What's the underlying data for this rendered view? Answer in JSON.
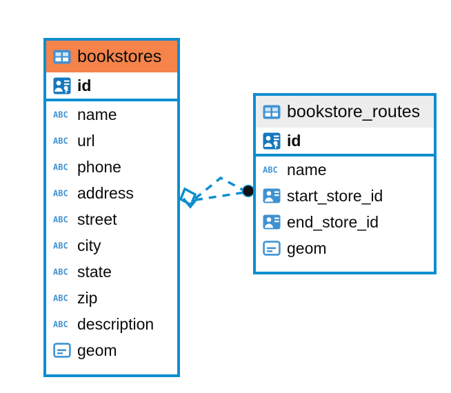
{
  "diagram": {
    "type": "entity-relationship-diagram",
    "background": "#ffffff",
    "colors": {
      "accent": "#0d8ecf",
      "selected_header": "#f5834a",
      "plain_header": "#ededed",
      "text": "#0b0b0b",
      "icon_blue": "#3f92d2",
      "connector": "#0d8ecf",
      "endpoint": "#111111"
    },
    "entities": [
      {
        "id": "bookstores",
        "name": "bookstores",
        "header_icon": "table-icon",
        "selected": true,
        "primary_key": {
          "label": "id",
          "icon": "primary-key-icon",
          "type": "pk"
        },
        "columns": [
          {
            "label": "name",
            "icon": "text-type-icon",
            "type": "text"
          },
          {
            "label": "url",
            "icon": "text-type-icon",
            "type": "text"
          },
          {
            "label": "phone",
            "icon": "text-type-icon",
            "type": "text"
          },
          {
            "label": "address",
            "icon": "text-type-icon",
            "type": "text"
          },
          {
            "label": "street",
            "icon": "text-type-icon",
            "type": "text"
          },
          {
            "label": "city",
            "icon": "text-type-icon",
            "type": "text"
          },
          {
            "label": "state",
            "icon": "text-type-icon",
            "type": "text"
          },
          {
            "label": "zip",
            "icon": "text-type-icon",
            "type": "text"
          },
          {
            "label": "description",
            "icon": "text-type-icon",
            "type": "text"
          },
          {
            "label": "geom",
            "icon": "geometry-type-icon",
            "type": "geometry"
          }
        ]
      },
      {
        "id": "bookstore_routes",
        "name": "bookstore_routes",
        "header_icon": "table-icon",
        "selected": false,
        "primary_key": {
          "label": "id",
          "icon": "primary-key-icon",
          "type": "pk"
        },
        "columns": [
          {
            "label": "name",
            "icon": "text-type-icon",
            "type": "text"
          },
          {
            "label": "start_store_id",
            "icon": "foreign-key-icon",
            "type": "fk"
          },
          {
            "label": "end_store_id",
            "icon": "foreign-key-icon",
            "type": "fk"
          },
          {
            "label": "geom",
            "icon": "geometry-type-icon",
            "type": "geometry"
          }
        ]
      }
    ],
    "relationship": {
      "name": "bookstores-to-bookstore-routes",
      "style": "dashed",
      "source_marker": "crows-foot-diamond-marker",
      "target_marker": "filled-circle-endpoint",
      "paths": 2
    }
  }
}
